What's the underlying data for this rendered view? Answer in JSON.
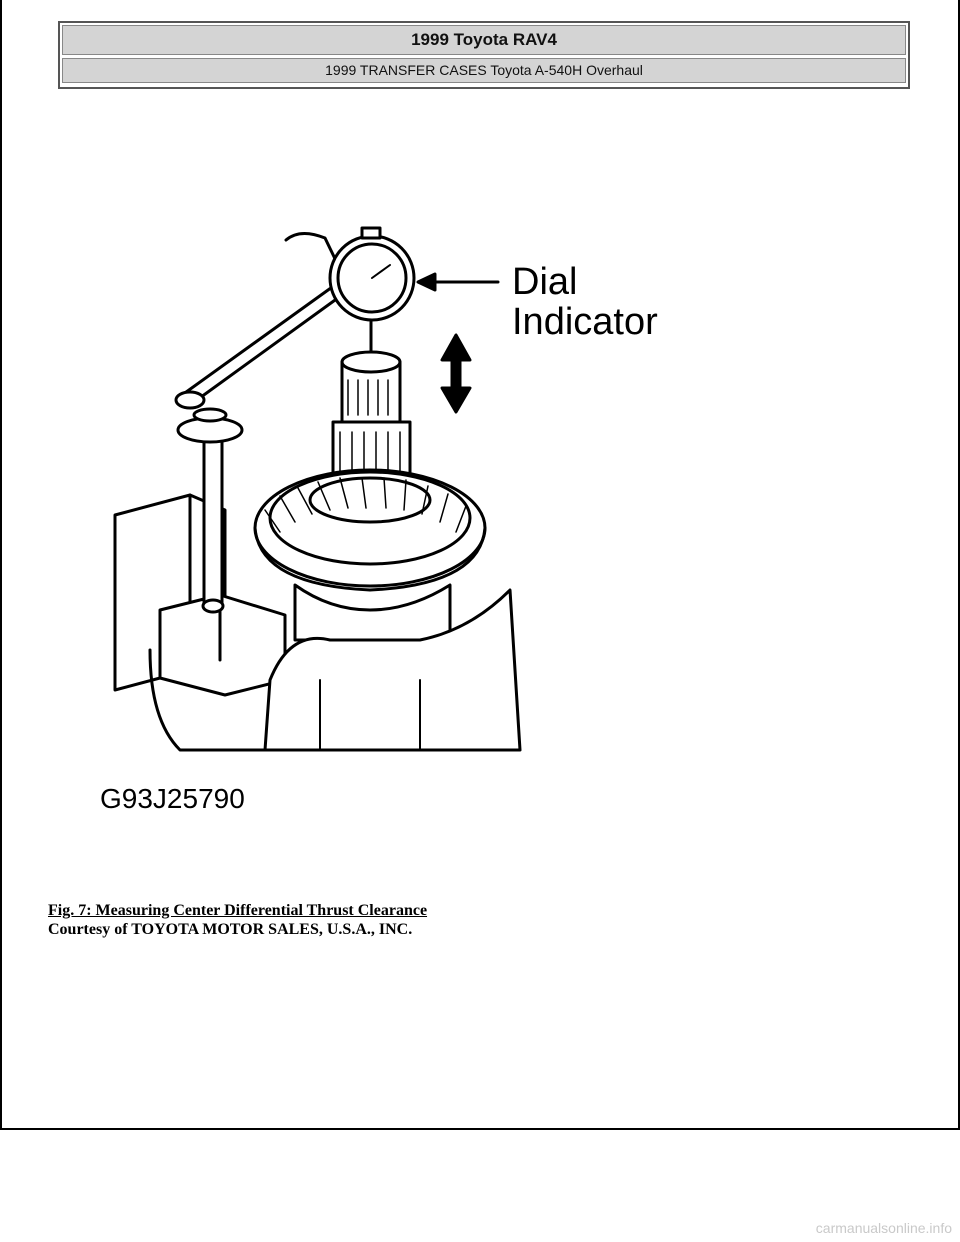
{
  "header": {
    "title": "1999 Toyota RAV4",
    "subtitle": "1999 TRANSFER CASES Toyota A-540H Overhaul"
  },
  "figure": {
    "callout_line1": "Dial",
    "callout_line2": "Indicator",
    "code": "G93J25790"
  },
  "caption": {
    "title": "Fig. 7: Measuring Center Differential Thrust Clearance",
    "credit": "Courtesy of TOYOTA MOTOR SALES, U.S.A., INC."
  },
  "watermark": "carmanualsonline.info"
}
